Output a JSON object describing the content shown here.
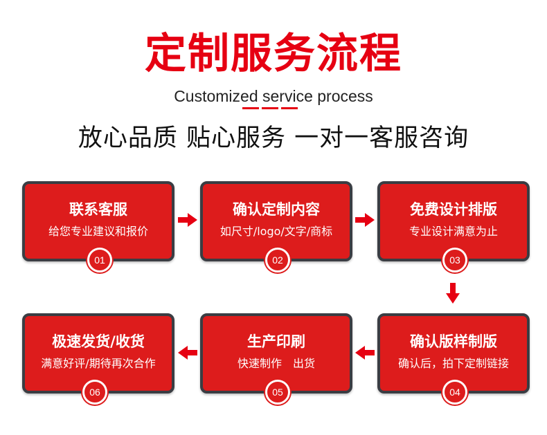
{
  "header": {
    "title": "定制服务流程",
    "subtitle": "Customized service process",
    "tagline": "放心品质 贴心服务 一对一客服咨询"
  },
  "steps": [
    {
      "title": "联系客服",
      "desc": "给您专业建议和报价",
      "num": "01"
    },
    {
      "title": "确认定制内容",
      "desc": "如尺寸/logo/文字/商标",
      "num": "02"
    },
    {
      "title": "免费设计排版",
      "desc": "专业设计满意为止",
      "num": "03"
    },
    {
      "title": "确认版样制版",
      "desc": "确认后，拍下定制链接",
      "num": "04"
    },
    {
      "title": "生产印刷",
      "desc": "快速制作　出货",
      "num": "05"
    },
    {
      "title": "极速发货/收货",
      "desc": "满意好评/期待再次合作",
      "num": "06"
    }
  ],
  "colors": {
    "accent": "#e60012",
    "card": "#dd1c1c",
    "card_border": "#3a3d43"
  },
  "icons": [
    "arrow-right-icon",
    "arrow-down-icon",
    "arrow-left-icon"
  ]
}
